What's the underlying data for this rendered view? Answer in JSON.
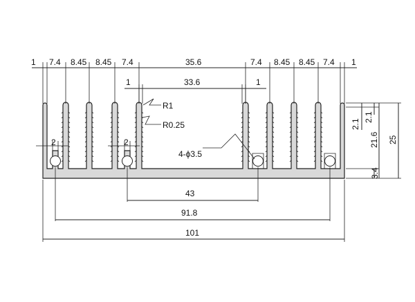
{
  "colors": {
    "profile_fill": "#d9d9d9",
    "outline": "#222222",
    "background": "#ffffff"
  },
  "top_dims": {
    "row1": [
      "1",
      "7.4",
      "8.45",
      "8.45",
      "7.4",
      "35.6",
      "7.4",
      "8.45",
      "8.45",
      "7.4",
      "1"
    ],
    "row2": [
      "1",
      "33.6",
      "1"
    ]
  },
  "callouts": {
    "fillet_outer": "R1",
    "fillet_inner": "R0.25",
    "holes": "4-ϕ3.5",
    "groove_left": "2",
    "groove_right": "2"
  },
  "right_dims": {
    "fin_tip_a": "2.1",
    "fin_tip_b": "2.1",
    "fin_height": "21.6",
    "total_height": "25",
    "base": "3.4"
  },
  "bottom_dims": {
    "hole_inner": "43",
    "hole_outer": "91.8",
    "overall_width": "101"
  }
}
